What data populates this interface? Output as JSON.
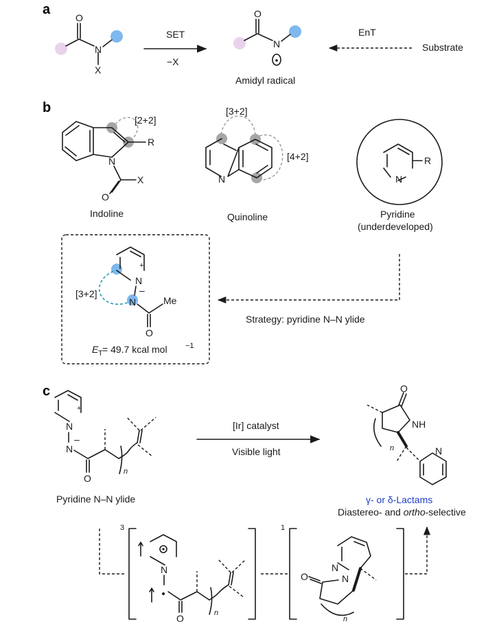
{
  "panel_a": {
    "label": "a",
    "left_atoms": {
      "o": "O",
      "n": "N",
      "x": "X"
    },
    "arrow_top": "SET",
    "arrow_bottom": "−X",
    "right_atoms": {
      "o": "O",
      "n": "N"
    },
    "product_label": "Amidyl radical",
    "ent_label": "EnT",
    "substrate_label": "Substrate",
    "colors": {
      "pink": "#e8d3eb",
      "blue": "#7fb8ee"
    }
  },
  "panel_b": {
    "label": "b",
    "indoline": {
      "name": "Indoline",
      "r": "R",
      "n": "N",
      "o": "O",
      "x": "X",
      "cyclo": "[2+2]"
    },
    "quinoline": {
      "name": "Quinoline",
      "n": "N",
      "cyclo_top": "[3+2]",
      "cyclo_side": "[4+2]"
    },
    "pyridine": {
      "name": "Pyridine",
      "note": "(underdeveloped)",
      "n": "N",
      "r": "R"
    },
    "ylide_box": {
      "plus": "+",
      "n1": "N",
      "n2": "N",
      "minus": "–",
      "me": "Me",
      "o": "O",
      "cyclo": "[3+2]",
      "et_label": "E",
      "et_sub": "T",
      "et_value": " = 49.7 kcal mol",
      "et_sup": "−1"
    },
    "strategy": "Strategy: pyridine N–N ylide",
    "colors": {
      "grey": "#a6a6a6",
      "blue": "#7fb8ee",
      "teal": "#2a9bb5"
    }
  },
  "panel_c": {
    "label": "c",
    "ylide": {
      "name": "Pyridine N–N ylide",
      "plus": "+",
      "n1": "N",
      "n2": "N",
      "minus": "–",
      "o": "O",
      "n_sub": "n"
    },
    "arrow_top": "[Ir] catalyst",
    "arrow_bottom": "Visible light",
    "product": {
      "o": "O",
      "nh": "NH",
      "n": "N",
      "n_sub": "n",
      "line1": "γ- or δ-Lactams",
      "line2a": "Diastereo- and ",
      "line2b": "ortho",
      "line2c": "-selective"
    },
    "triplet": {
      "mult": "3",
      "n": "N",
      "o": "O",
      "n_sub": "n"
    },
    "singlet": {
      "mult": "1",
      "n1": "N",
      "n2": "N",
      "o": "O",
      "n_sub": "n"
    },
    "colors": {
      "blue_text": "#1f3fc4"
    }
  }
}
